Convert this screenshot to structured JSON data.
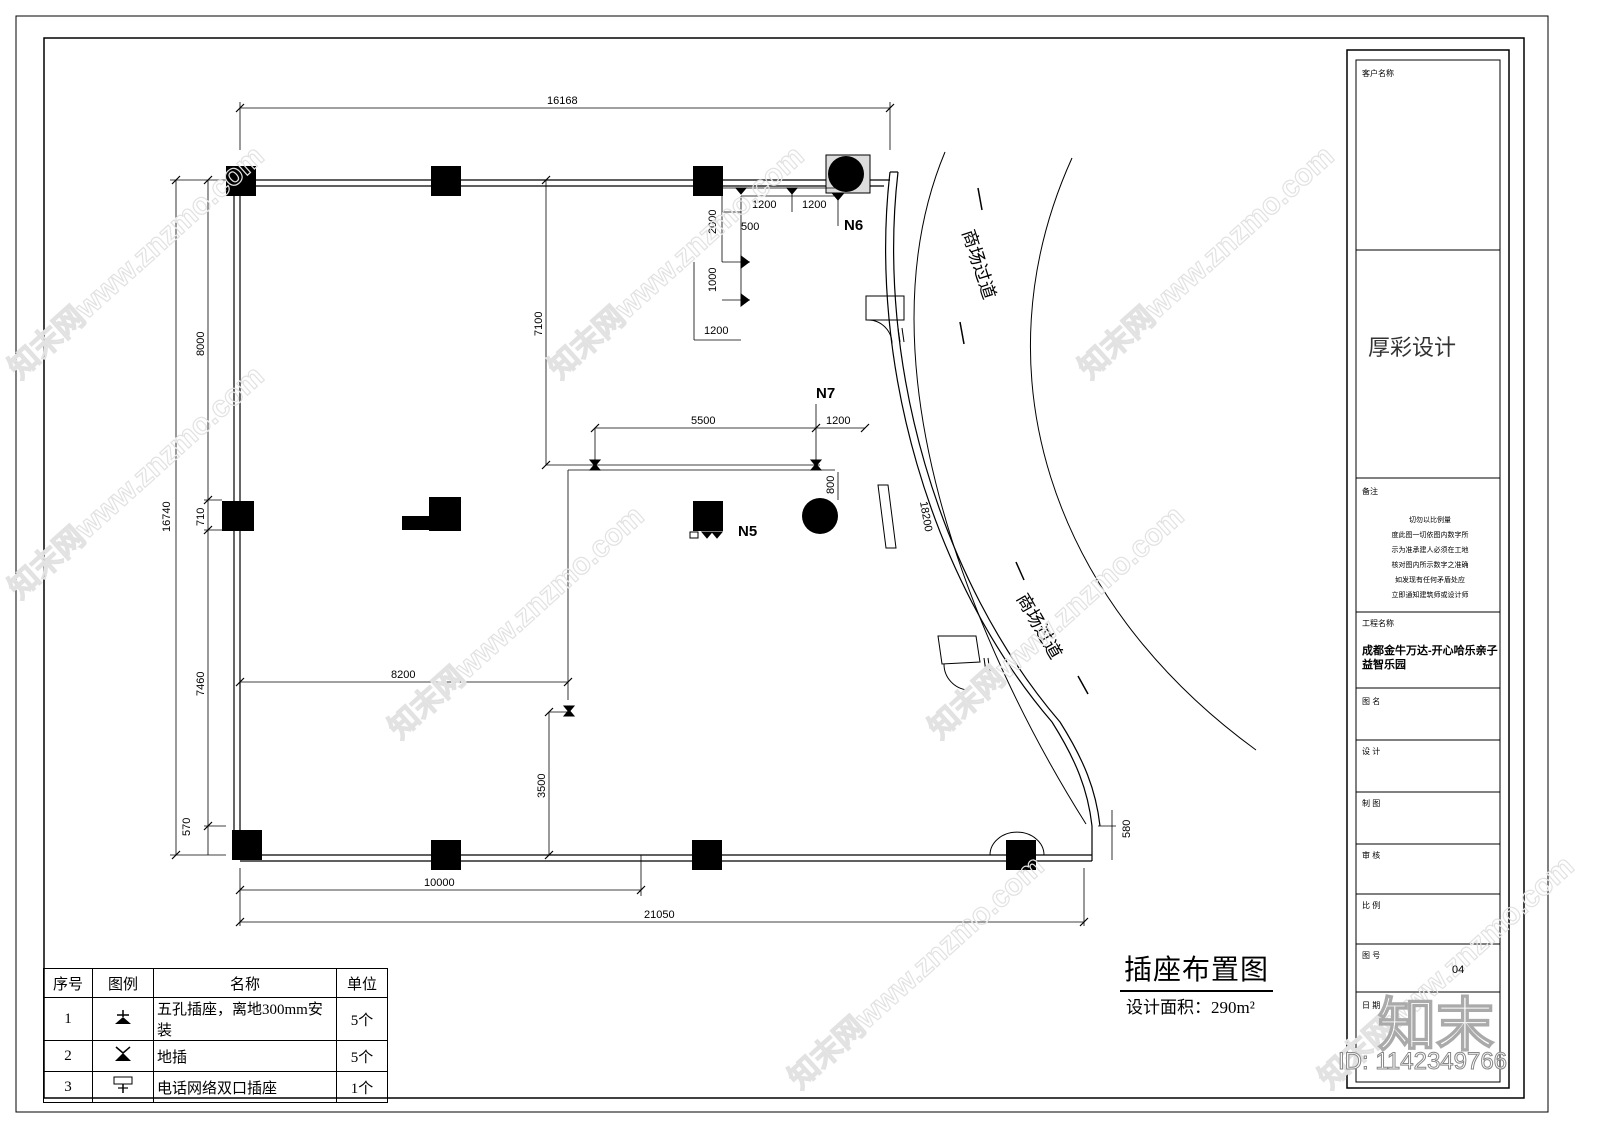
{
  "dimensions": {
    "top_width": "16168",
    "overall_height": "16740",
    "left_upper": "8000",
    "left_mid": "710",
    "left_lower": "7460",
    "left_bottom": "570",
    "interior_vertical": "7100",
    "n6_horiz_a": "1200",
    "n6_horiz_b": "1200",
    "n6_vert_a": "2000",
    "n6_small": "500",
    "n6_vert_b": "1000",
    "n6_horiz_c": "1200",
    "n7_horiz_a": "5500",
    "n7_horiz_b": "1200",
    "n7_vert": "800",
    "arc_length": "18200",
    "mid_horizontal": "8200",
    "lower_vertical": "3500",
    "bottom_inner": "10000",
    "bottom_overall": "21050",
    "right_small": "580"
  },
  "labels": {
    "n5": "N5",
    "n6": "N6",
    "n7": "N7",
    "corridor_1": "商场过道",
    "corridor_2": "商场过道"
  },
  "legend": {
    "headers": [
      "序号",
      "图例",
      "名称",
      "单位"
    ],
    "rows": [
      {
        "no": "1",
        "symbol": "five-hole-socket-icon",
        "name": "五孔插座，离地300mm安装",
        "unit": "5个"
      },
      {
        "no": "2",
        "symbol": "floor-socket-icon",
        "name": "地插",
        "unit": "5个"
      },
      {
        "no": "3",
        "symbol": "tel-network-socket-icon",
        "name": "电话网络双口插座",
        "unit": "1个"
      }
    ]
  },
  "drawing": {
    "title": "插座布置图",
    "area": "设计面积：290m²"
  },
  "title_block": {
    "client_label": "客户名称",
    "company": "厚彩设计",
    "notes_label": "备注",
    "notes": [
      "切勿以比例量",
      "度此图一切依图内数字所",
      "示为准承建人必须在工地",
      "核对图内所示数字之准确",
      "如发现有任何矛盾处应",
      "立即通知建筑师或设计师"
    ],
    "project_label": "工程名称",
    "project_name": "成都金牛万达-开心哈乐亲子益智乐园",
    "drawing_name_label": "图 名",
    "designer_label": "设 计",
    "drafter_label": "制 图",
    "checker_label": "审 核",
    "scale_label": "比 例",
    "sheet_label": "图 号",
    "sheet_no": "04",
    "date_label": "日 期"
  },
  "watermark": {
    "site": "知末网www.znzmo.com",
    "brand": "知末",
    "id": "ID: 1142349766"
  }
}
